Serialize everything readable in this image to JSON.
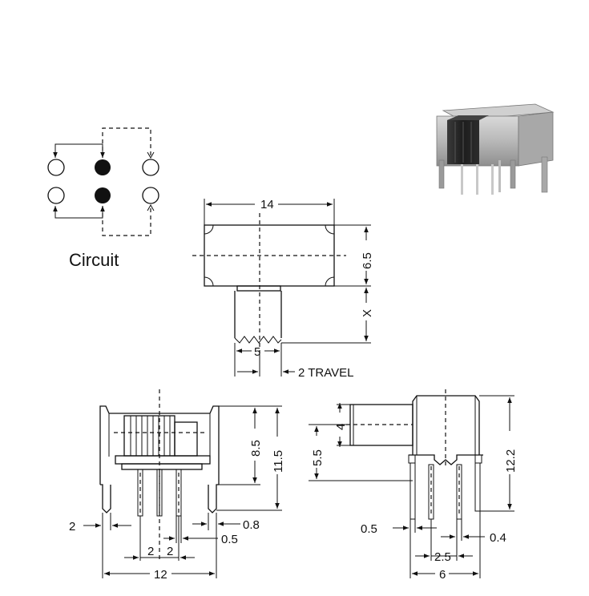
{
  "circuit": {
    "label": "Circuit"
  },
  "top_view": {
    "width_label": "14",
    "height_label": "6.5",
    "actuator_label": "X",
    "actuator_width_label": "5",
    "travel_label": "2 TRAVEL"
  },
  "front_view": {
    "body_height_label": "8.5",
    "overall_height_label": "11.5",
    "left_pin_label": "2",
    "pin_width_label": "0.8",
    "pin_thickness_label": "0.5",
    "pitch_label_1": "2",
    "pitch_label_2": "2",
    "width_label": "12"
  },
  "side_view": {
    "actuator_height_label": "4",
    "actuator_offset_label": "5.5",
    "overall_height_label": "12.2",
    "pin_thickness_label": "0.5",
    "pin_width_label": "0.4",
    "pin_pitch_label": "2.5",
    "depth_label": "6"
  },
  "photo": {
    "description_icon": "slide-switch-photo"
  }
}
